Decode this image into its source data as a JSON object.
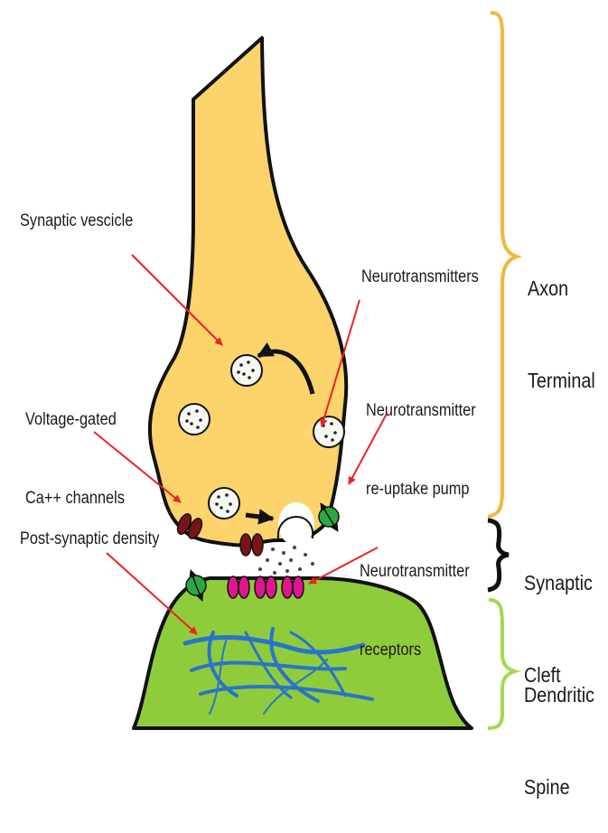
{
  "labels": {
    "synaptic_vesicle": "Synaptic vescicle",
    "voltage_gated_line1": "Voltage-gated",
    "voltage_gated_line2": "Ca++ channels",
    "post_synaptic_density": "Post-synaptic density",
    "neurotransmitters": "Neurotransmitters",
    "reuptake_line1": "Neurotransmitter",
    "reuptake_line2": "re-uptake pump",
    "receptors_line1": "Neurotransmitter",
    "receptors_line2": "receptors"
  },
  "regions": {
    "axon_terminal_line1": "Axon",
    "axon_terminal_line2": "Terminal",
    "synaptic_cleft_line1": "Synaptic",
    "synaptic_cleft_line2": "Cleft",
    "dendritic_spine_line1": "Dendritic",
    "dendritic_spine_line2": "Spine"
  },
  "colors": {
    "axon_fill": "#fcd46b",
    "spine_fill": "#8fcc3c",
    "axon_brace": "#f0b73a",
    "cleft_brace": "#111111",
    "spine_brace": "#a6d84c",
    "pointer_arrow": "#ee2222",
    "calcium_channel": "#7a1515",
    "receptor": "#e0158f",
    "pump": "#2aa845",
    "cytoskeleton": "#2a74c8"
  }
}
